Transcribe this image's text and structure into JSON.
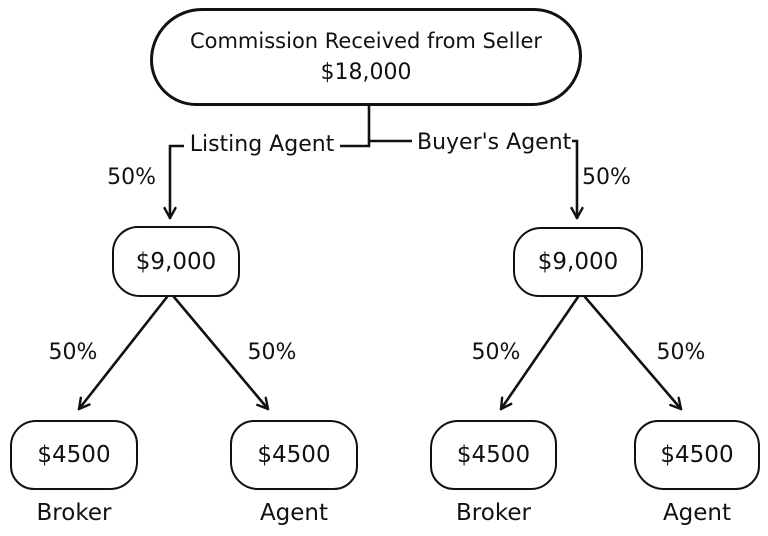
{
  "colors": {
    "ink": "#111111",
    "background": "#ffffff"
  },
  "root_node": {
    "title": "Commission Received from Seller",
    "amount": "$18,000"
  },
  "branch_labels": {
    "left": "Listing Agent",
    "right": "Buyer's Agent"
  },
  "split_percentages": {
    "listing_branch": "50%",
    "buyers_branch": "50%",
    "left_broker": "50%",
    "left_agent": "50%",
    "right_broker": "50%",
    "right_agent": "50%"
  },
  "mid_nodes": {
    "left_amount": "$9,000",
    "right_amount": "$9,000"
  },
  "leaf_nodes": [
    {
      "amount": "$4500",
      "role": "Broker"
    },
    {
      "amount": "$4500",
      "role": "Agent"
    },
    {
      "amount": "$4500",
      "role": "Broker"
    },
    {
      "amount": "$4500",
      "role": "Agent"
    }
  ]
}
